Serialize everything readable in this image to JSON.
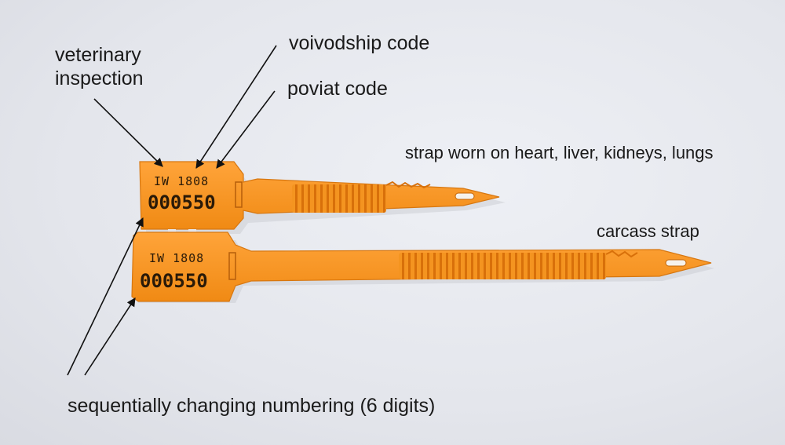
{
  "annotations": {
    "veterinary_inspection": "veterinary\ninspection",
    "voivodship_code": "voivodship code",
    "poviat_code": "poviat code",
    "small_strap": "strap worn on heart, liver, kidneys, lungs",
    "carcass_strap": "carcass strap",
    "numbering": "sequentially changing numbering (6 digits)"
  },
  "tags": {
    "small": {
      "code": "IW 1808",
      "number": "000550"
    },
    "large": {
      "code": "IW 1808",
      "number": "000550"
    }
  },
  "colors": {
    "tag_orange": "#f7921e",
    "tag_orange_dark": "#e07a0c",
    "background": "#e6e8ee",
    "arrow": "#111111"
  }
}
